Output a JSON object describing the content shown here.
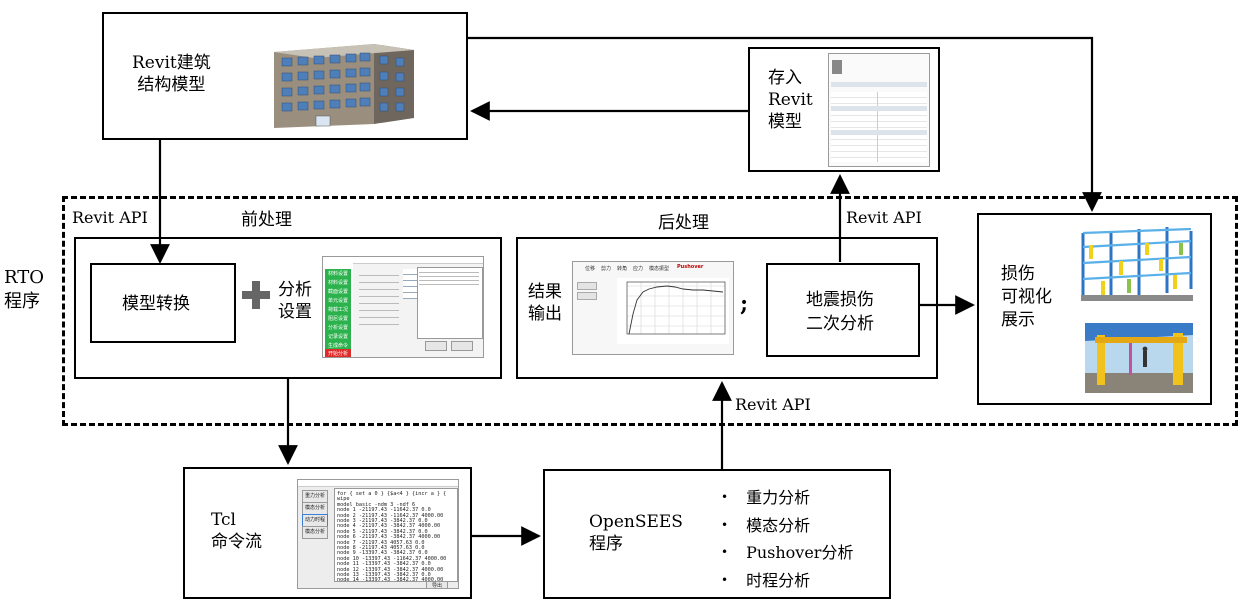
{
  "rto_label": "RTO\n程序",
  "revit_model": {
    "label": "Revit建筑\n结构模型",
    "icon": "building-3d-icon"
  },
  "save_revit": {
    "label": "存入\nRevit\n模型",
    "icon": "revit-properties-panel"
  },
  "revit_api_labels": {
    "left": "Revit API",
    "top": "Revit API",
    "bottom": "Revit API"
  },
  "preprocess": {
    "title": "前处理",
    "model_convert": "模型转换",
    "plus": "+",
    "analysis_settings": "分析\n设置",
    "settings_nav": [
      "材料设置",
      "材料设置",
      "截面设置",
      "单元设置",
      "荷载工况",
      "阻尼设置",
      "分析设置",
      "记录设置",
      "生成命令"
    ],
    "settings_bottom_button": "开始分析"
  },
  "postprocess": {
    "title": "后处理",
    "result_output": "结果\n输出",
    "chart_tabs": [
      "位移",
      "剪力",
      "转角",
      "应力",
      "模态振型",
      "Pushover"
    ],
    "chart_active_tab": "Pushover",
    "semicolon": ";",
    "secondary_analysis": "地震损伤\n二次分析"
  },
  "damage_vis": {
    "label": "损伤\n可视化\n展示"
  },
  "tcl": {
    "label": "Tcl\n命令流",
    "window_buttons": [
      "重力分析",
      "模态分析",
      "动力时程",
      "模态分析"
    ],
    "command_lines": [
      "for { set a 0 } {$a<4 } {incr a } {",
      "wipe",
      "model basic -ndm 3 -ndf 6",
      "node 1 -21197.43 -11642.37 0.0",
      "node 2 -21197.43 -11642.37 4000.00",
      "node 3 -21197.43 -3842.37 0.0",
      "node 4 -21197.43 -3842.37 4000.00",
      "node 5 -21197.43 -3842.37 0.0",
      "node 6 -21197.43 -3842.37 4000.00",
      "node 7 -21197.43 4057.63 0.0",
      "node 8 -21197.43 4057.63 0.0",
      "node 9 -13397.43 -3842.37 0.0",
      "node 10 -13397.43 -11642.37 4000.00",
      "node 11 -13397.43 -3842.37 0.0",
      "node 12 -13397.43 -3842.37 4000.00",
      "node 13 -13397.43 -3842.37 0.0",
      "node 14 -13397.43 -3842.37 4000.00"
    ],
    "export_button": "导出"
  },
  "opensees": {
    "label": "OpenSEES\n程序",
    "features": [
      "重力分析",
      "模态分析",
      "Pushover分析",
      "时程分析"
    ]
  }
}
